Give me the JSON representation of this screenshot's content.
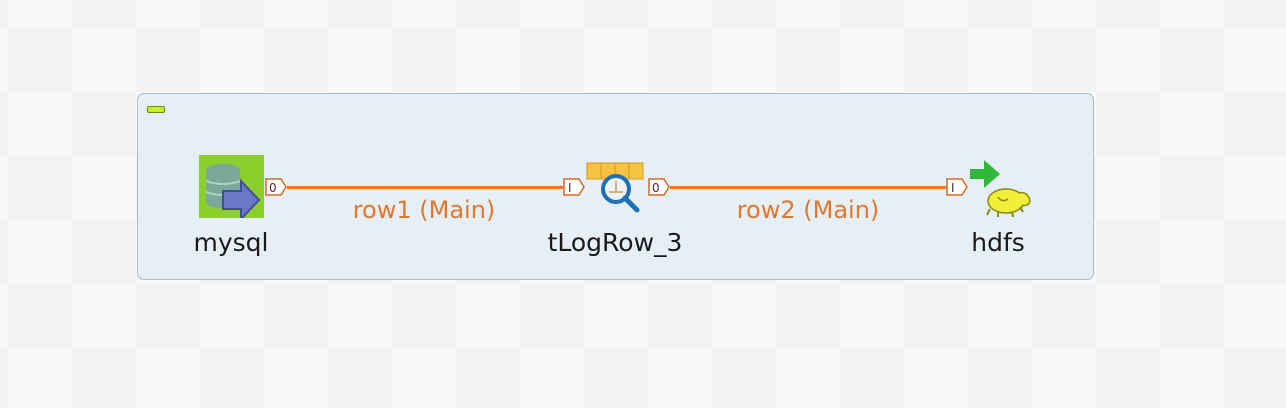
{
  "subjob": {
    "marker_color": "#c6ef2e",
    "background": "#e6eef6"
  },
  "components": [
    {
      "id": "mysql",
      "label": "mysql",
      "icon": "mysql-database-input-icon"
    },
    {
      "id": "tLogRow_3",
      "label": "tLogRow_3",
      "icon": "log-row-magnifier-icon"
    },
    {
      "id": "hdfs",
      "label": "hdfs",
      "icon": "hadoop-hdfs-output-icon"
    }
  ],
  "links": [
    {
      "label": "row1 (Main)",
      "from": "mysql",
      "to": "tLogRow_3",
      "color": "#e87a2c"
    },
    {
      "label": "row2 (Main)",
      "from": "tLogRow_3",
      "to": "hdfs",
      "color": "#e87a2c"
    }
  ],
  "ports": {
    "output": "0",
    "input": "I"
  }
}
